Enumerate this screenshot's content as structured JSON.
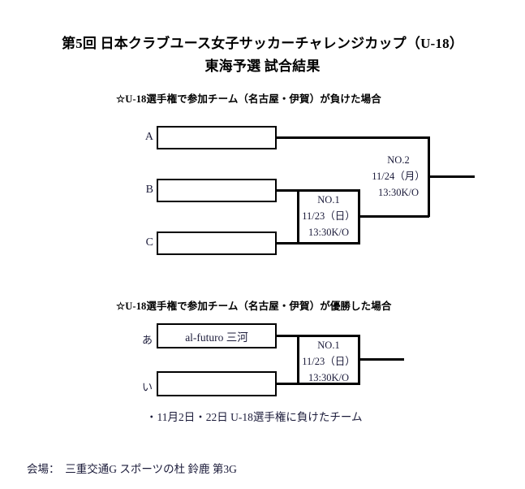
{
  "header": {
    "title_line1": "第5回 日本クラブユース女子サッカーチャレンジカップ（U-18）",
    "title_line2": "東海予選 試合結果"
  },
  "brackets": [
    {
      "subtitle": "☆U-18選手権で参加チーム（名古屋・伊賀）が負けた場合",
      "seeds": [
        {
          "label": "A",
          "team": ""
        },
        {
          "label": "B",
          "team": ""
        },
        {
          "label": "C",
          "team": ""
        }
      ],
      "matches": [
        {
          "no": "NO.1",
          "date": "11/23（日）",
          "time": "13:30K/O"
        },
        {
          "no": "NO.2",
          "date": "11/24（月）",
          "time": "13:30K/O"
        }
      ]
    },
    {
      "subtitle": "☆U-18選手権で参加チーム（名古屋・伊賀）が優勝した場合",
      "seeds": [
        {
          "label": "あ",
          "team": "al-futuro 三河"
        },
        {
          "label": "い",
          "team": ""
        }
      ],
      "matches": [
        {
          "no": "NO.1",
          "date": "11/23（日）",
          "time": "13:30K/O"
        }
      ],
      "note": "・11月2日・22日 U-18選手権に負けたチーム"
    }
  ],
  "footer": {
    "venue": "会場：　三重交通G スポーツの杜 鈴鹿 第3G"
  },
  "colors": {
    "line": "#000000",
    "text": "#1b1b3a",
    "background": "#ffffff"
  }
}
